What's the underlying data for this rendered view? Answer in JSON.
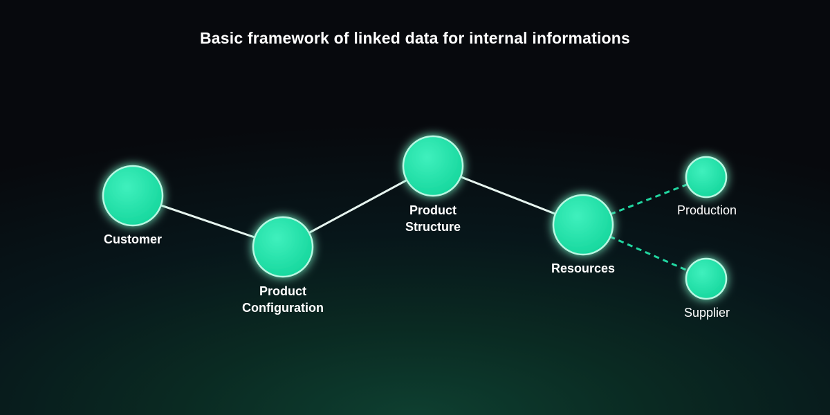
{
  "title": "Basic framework of linked data for internal informations",
  "colors": {
    "node_fill": "#15dca0",
    "node_fill_light": "#3ff0bd",
    "node_stroke": "#b8f7e2",
    "solid_link": "#e6f4ef",
    "dashed_link": "#21d6a0"
  },
  "nodes": {
    "customer": {
      "lines": [
        "Customer"
      ]
    },
    "product_configuration": {
      "lines": [
        "Product",
        "Configuration"
      ]
    },
    "product_structure": {
      "lines": [
        "Product",
        "Structure"
      ]
    },
    "resources": {
      "lines": [
        "Resources"
      ]
    },
    "production": {
      "lines": [
        "Production"
      ]
    },
    "supplier": {
      "lines": [
        "Supplier"
      ]
    }
  }
}
